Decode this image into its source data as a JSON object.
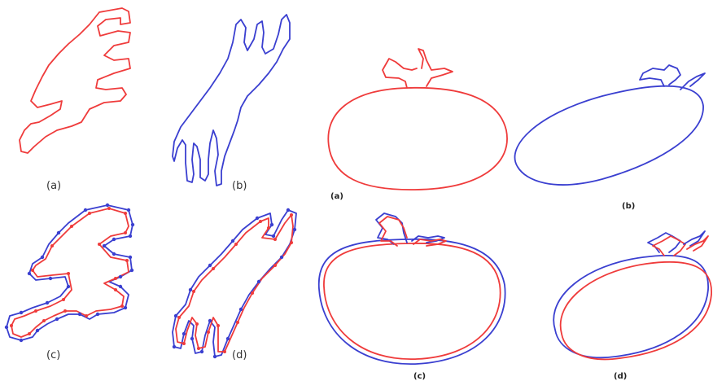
{
  "left_panel": {
    "labels": {
      "a": "(a)",
      "b": "(b)",
      "c": "(c)",
      "d": "(d)"
    }
  },
  "right_panel": {
    "labels": {
      "a": "(a)",
      "b": "(b)",
      "c": "(c)",
      "d": "(d)"
    }
  },
  "colors": {
    "source_contour": "#ef3b3b",
    "target_contour": "#3a3fd0",
    "background": "#ffffff"
  }
}
